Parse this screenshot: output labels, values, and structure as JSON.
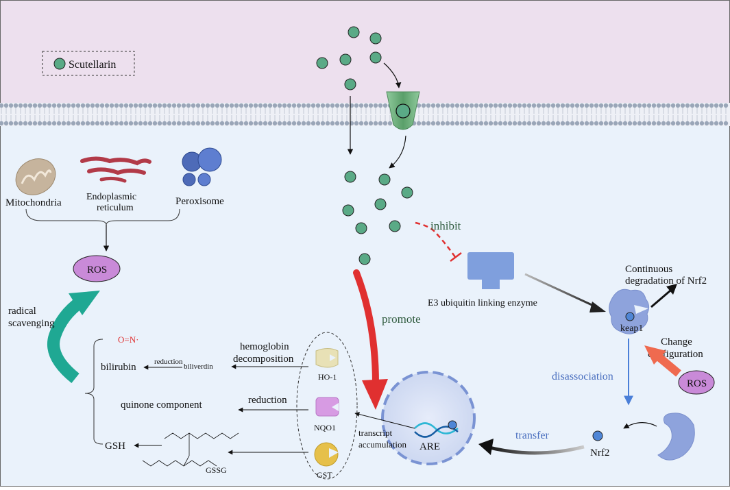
{
  "legend": {
    "label": "Scutellarin"
  },
  "organelles": {
    "mitochondria": "Mitochondria",
    "er_line1": "Endoplasmic",
    "er_line2": "reticulum",
    "peroxisome": "Peroxisome"
  },
  "ros_label": "ROS",
  "ros2_label": "ROS",
  "radical_scavenging_line1": "radical",
  "radical_scavenging_line2": "scavenging",
  "inhibit_label": "inhibit",
  "promote_label": "promote",
  "e3_label": "E3 ubiquitin linking enzyme",
  "keap1_label": "keap1",
  "continuous_line1": "Continuous",
  "continuous_line2": "degradation of Nrf2",
  "change_line1": "Change",
  "change_line2": "configuration",
  "disassociation_label": "disassociation",
  "transfer_label": "transfer",
  "nrf2_label": "Nrf2",
  "are_label": "ARE",
  "transcript_line1": "transcript",
  "transcript_line2": "accumulation",
  "enzymes": {
    "ho1": "HO-1",
    "nqo1": "NQO1",
    "gst": "GST"
  },
  "hemoglobin_line1": "hemoglobin",
  "hemoglobin_line2": "decomposition",
  "reduction_label": "reduction",
  "reduction_small": "reduction",
  "bilirubin": "bilirubin",
  "biliverdin": "biliverdin",
  "quinone": "quinone component",
  "gsh": "GSH",
  "gssg": "GSSG",
  "no_formula": "O=N·",
  "colors": {
    "extracellular": "#ede0ee",
    "cytoplasm": "#eaf2fb",
    "scutellarin": "#5aaa86",
    "ros_fill": "#c98ad8",
    "promote_arrow": "#e03030",
    "inhibit": "#e03030",
    "scavenging_arrow": "#1fa893",
    "keap1": "#8ea3dc",
    "e3": "#7f9fdd",
    "nucleus": "#d7dff3",
    "text_blue": "#4a6fbf",
    "text_green": "#2f5b3e"
  }
}
